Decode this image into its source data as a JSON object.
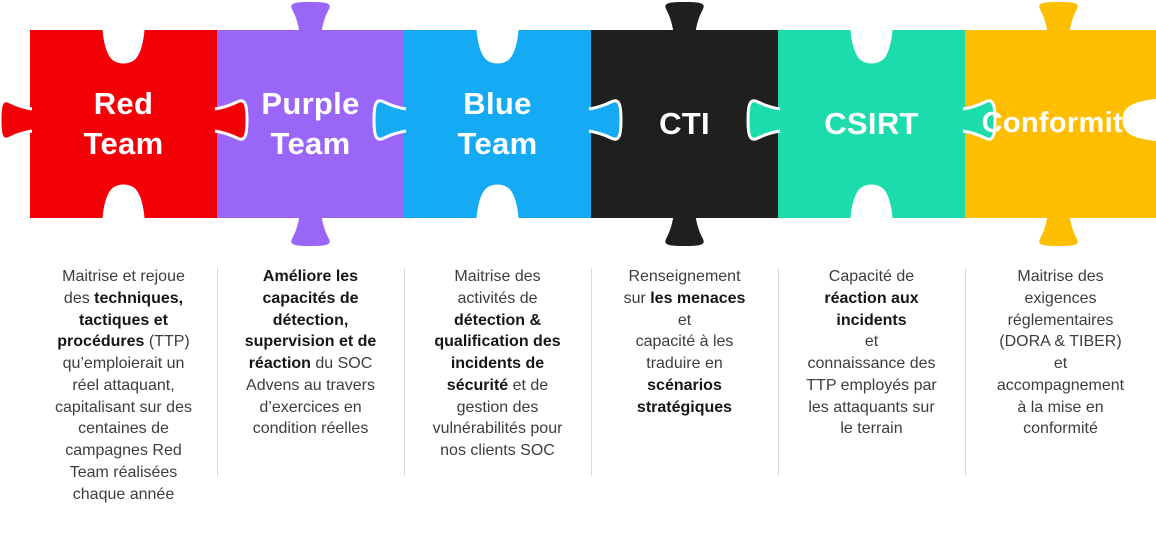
{
  "pieces": [
    {
      "label": "Red Team",
      "display": "Red\nTeam",
      "color": "#F30007",
      "description_segments": [
        {
          "t": "Maitrise et rejoue\ndes ",
          "b": false
        },
        {
          "t": "techniques,\ntactiques et\nprocédures",
          "b": true
        },
        {
          "t": " (TTP)\nqu’emploierait un\nréel attaquant,\ncapitalisant sur des\ncentaines de\ncampagnes Red\nTeam réalisées\nchaque année",
          "b": false
        }
      ]
    },
    {
      "label": "Purple Team",
      "display": "Purple\nTeam",
      "color": "#9A66F8",
      "description_segments": [
        {
          "t": "Améliore les\ncapacités de\ndétection,\nsupervision et de\nréaction",
          "b": true
        },
        {
          "t": " du SOC\nAdvens au travers\nd’exercices en\ncondition réelles",
          "b": false
        }
      ]
    },
    {
      "label": "Blue Team",
      "display": "Blue\nTeam",
      "color": "#14ABF4",
      "description_segments": [
        {
          "t": "Maitrise des\nactivités de\n",
          "b": false
        },
        {
          "t": "détection &\nqualification des\nincidents de\nsécurité",
          "b": true
        },
        {
          "t": " et de\ngestion des\nvulnérabilités pour\nnos clients SOC",
          "b": false
        }
      ]
    },
    {
      "label": "CTI",
      "display": "CTI",
      "color": "#1F1F1F",
      "description_segments": [
        {
          "t": "Renseignement\nsur ",
          "b": false
        },
        {
          "t": "les menaces",
          "b": true
        },
        {
          "t": "\net\ncapacité à les\ntraduire en\n",
          "b": false
        },
        {
          "t": "scénarios\nstratégiques",
          "b": true
        }
      ]
    },
    {
      "label": "CSIRT",
      "display": "CSIRT",
      "color": "#1CDBAD",
      "description_segments": [
        {
          "t": "Capacité de\n",
          "b": false
        },
        {
          "t": "réaction aux\nincidents",
          "b": true
        },
        {
          "t": "\net\nconnaissance des\nTTP employés par\nles attaquants sur\nle terrain",
          "b": false
        }
      ]
    },
    {
      "label": "Conformité",
      "display": "Conformité",
      "color": "#FFBE00",
      "description_segments": [
        {
          "t": "Maitrise des\nexigences\nréglementaires\n(DORA & TIBER)\net\naccompagnement\nà la mise en\nconformité",
          "b": false
        }
      ]
    }
  ],
  "divider_color": "#D8D8D8"
}
